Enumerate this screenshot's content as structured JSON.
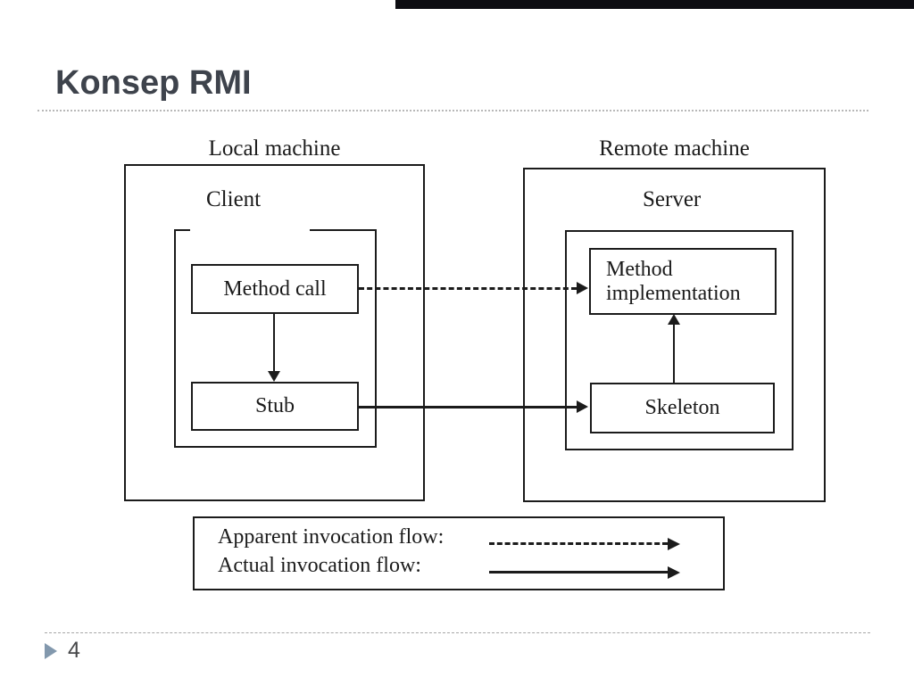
{
  "slide": {
    "title": "Konsep RMI",
    "page_number": "4"
  },
  "colors": {
    "title_text": "#3e434c",
    "diagram_ink": "#1b1b1b",
    "top_bar": "#0d0d12",
    "marker_triangle": "#8298ad",
    "page_number_text": "#47484a",
    "dotted_rule": "#b8b8b8"
  },
  "diagram": {
    "local_machine": {
      "label": "Local machine",
      "inner_label": "Client",
      "call_box": "Method call",
      "stub_box": "Stub"
    },
    "remote_machine": {
      "label": "Remote machine",
      "inner_label": "Server",
      "impl_box": "Method implementation",
      "skeleton_box": "Skeleton"
    },
    "legend": {
      "apparent_label": "Apparent invocation flow:",
      "actual_label": "Actual invocation flow:"
    }
  }
}
